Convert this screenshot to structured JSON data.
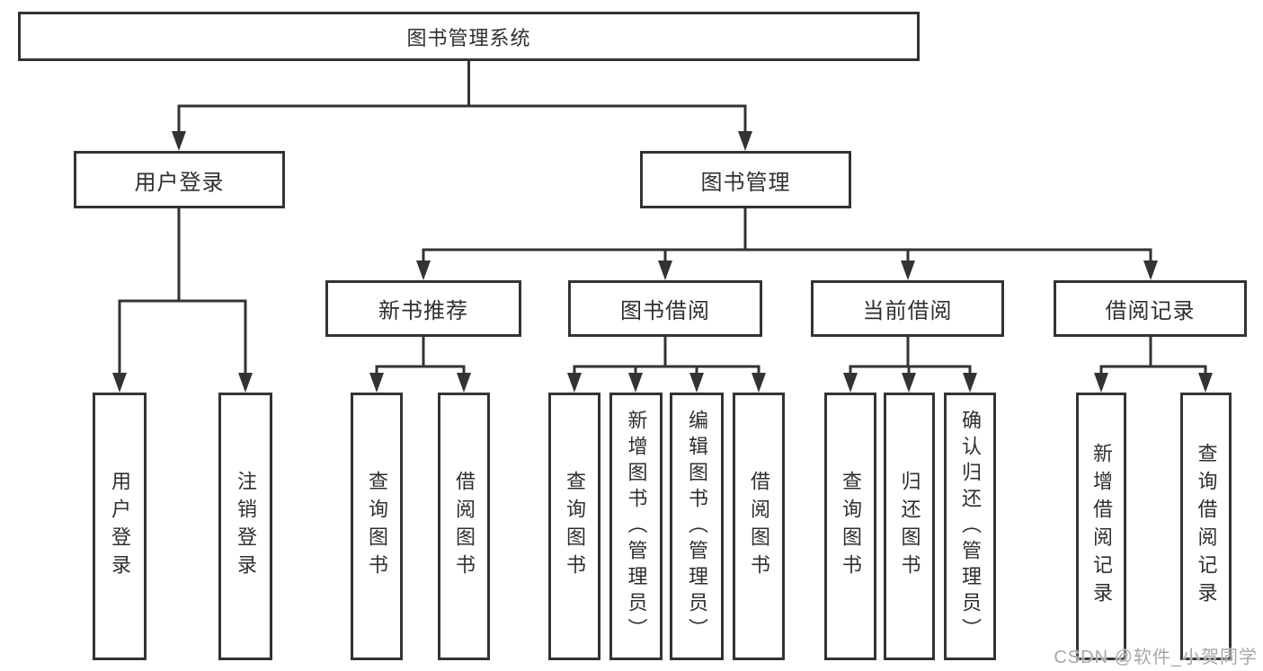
{
  "diagram": {
    "title": "图书管理系统",
    "root": {
      "label": "图书管理系统"
    },
    "level2": [
      {
        "label": "用户登录"
      },
      {
        "label": "图书管理"
      }
    ],
    "level3": [
      {
        "label": "新书推荐",
        "parent": "图书管理"
      },
      {
        "label": "图书借阅",
        "parent": "图书管理"
      },
      {
        "label": "当前借阅",
        "parent": "图书管理"
      },
      {
        "label": "借阅记录",
        "parent": "图书管理"
      }
    ],
    "leaves": [
      {
        "label": "用户登录",
        "parent": "用户登录"
      },
      {
        "label": "注销登录",
        "parent": "用户登录"
      },
      {
        "label": "查询图书",
        "parent": "新书推荐"
      },
      {
        "label": "借阅图书",
        "parent": "新书推荐"
      },
      {
        "label": "查询图书",
        "parent": "图书借阅"
      },
      {
        "label": "新增图书（管理员）",
        "parent": "图书借阅"
      },
      {
        "label": "编辑图书（管理员）",
        "parent": "图书借阅"
      },
      {
        "label": "借阅图书",
        "parent": "图书借阅"
      },
      {
        "label": "查询图书",
        "parent": "当前借阅"
      },
      {
        "label": "归还图书",
        "parent": "当前借阅"
      },
      {
        "label": "确认归还（管理员）",
        "parent": "当前借阅"
      },
      {
        "label": "新增借阅记录",
        "parent": "借阅记录"
      },
      {
        "label": "查询借阅记录",
        "parent": "借阅记录"
      }
    ]
  },
  "watermark": "CSDN @软件_小贺同学",
  "colors": {
    "background": "#ffffff",
    "line": "#333333",
    "box_border": "#333333",
    "text": "#2f2f2f",
    "watermark": "#a6a6a6"
  }
}
